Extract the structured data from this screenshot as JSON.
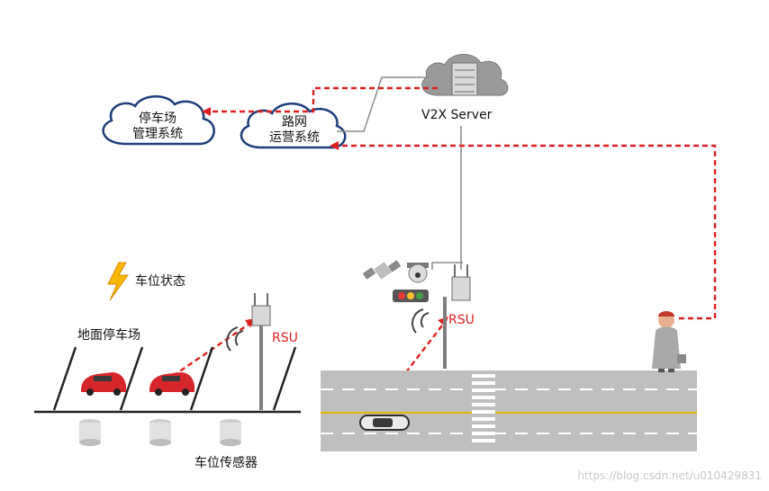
{
  "clouds": {
    "parking_mgmt": {
      "line1": "停车场",
      "line2": "管理系统"
    },
    "road_ops": {
      "line1": "路网",
      "line2": "运营系统"
    }
  },
  "server": {
    "label": "V2X Server"
  },
  "parking": {
    "status_label": "车位状态",
    "lot_label": "地面停车场",
    "sensor_label": "车位传感器"
  },
  "rsu": {
    "left_label": "RSU",
    "right_label": "RSU"
  },
  "watermark": "https://blog.csdn.net/u010429831",
  "colors": {
    "dashed_red": "#e02020",
    "cloud_stroke": "#1f3d7a",
    "road": "#bfbfbf",
    "lane_yellow": "#e6b800"
  }
}
